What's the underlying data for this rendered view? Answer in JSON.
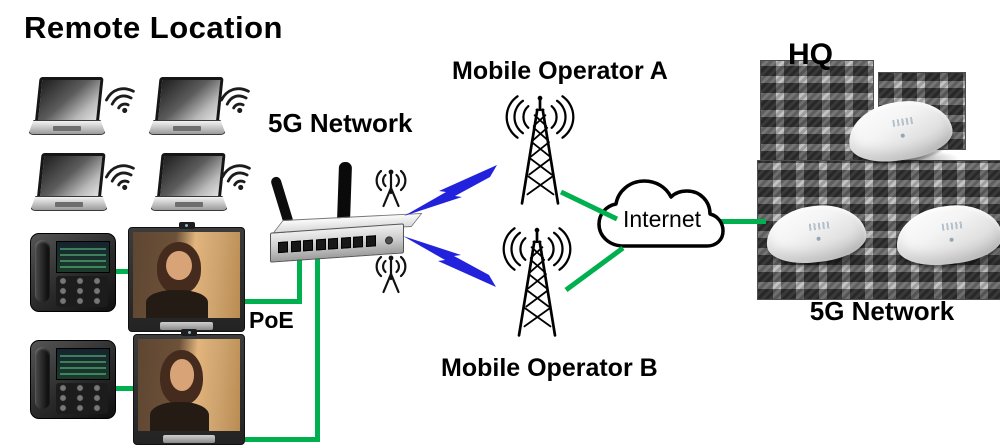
{
  "title": "Remote Location",
  "remote_site": {
    "poe_label": "PoE"
  },
  "gateway": {
    "label": "5G Network"
  },
  "operators": {
    "a_label": "Mobile Operator A",
    "b_label": "Mobile Operator B"
  },
  "internet": {
    "label": "Internet"
  },
  "hq": {
    "label": "HQ",
    "caption": "5G Network"
  },
  "colors": {
    "link_green": "#00b04f",
    "bolt_blue": "#2222dd",
    "ink": "#000000"
  }
}
